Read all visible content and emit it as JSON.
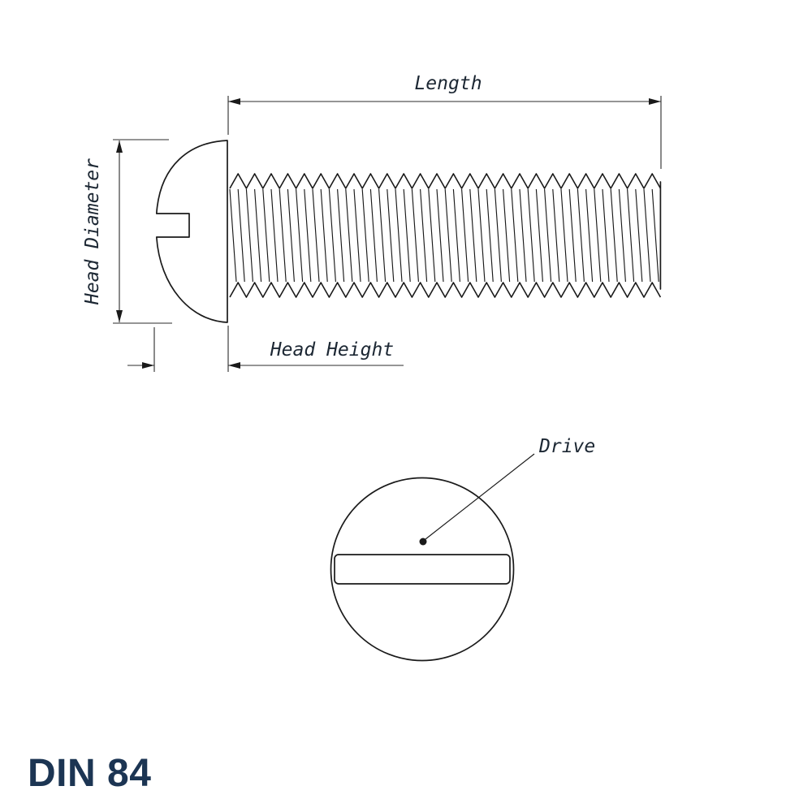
{
  "title": {
    "text": "DIN 84"
  },
  "labels": {
    "length": "Length",
    "head_diameter": "Head Diameter",
    "head_height": "Head Height",
    "drive": "Drive"
  },
  "colors": {
    "background": "#ffffff",
    "outline": "#1a1a1a",
    "dimension_line": "#2b2b2b",
    "annotation_text": "#1c2733",
    "title_text": "#1c3553"
  }
}
